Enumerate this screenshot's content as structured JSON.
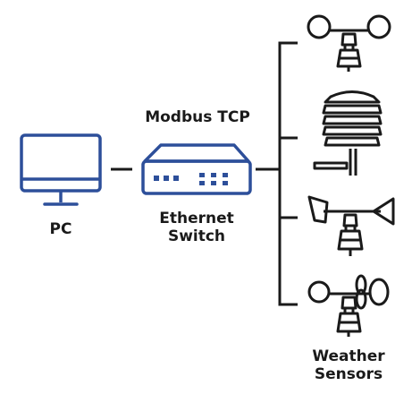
{
  "diagram": {
    "protocol_label": "Modbus TCP",
    "pc_label": "PC",
    "switch_label_line1": "Ethernet",
    "switch_label_line2": "Switch",
    "sensors_label_line1": "Weather",
    "sensors_label_line2": "Sensors"
  },
  "colors": {
    "device_blue": "#2d4f9a",
    "line": "#1a1a1a",
    "text": "#1a1a1a",
    "background": "#ffffff"
  },
  "icons": {
    "pc": "monitor-icon",
    "switch": "ethernet-switch-icon",
    "sensors": [
      "cup-anemometer-icon",
      "radiation-shield-icon",
      "wind-vane-icon",
      "propeller-anemometer-icon"
    ]
  }
}
